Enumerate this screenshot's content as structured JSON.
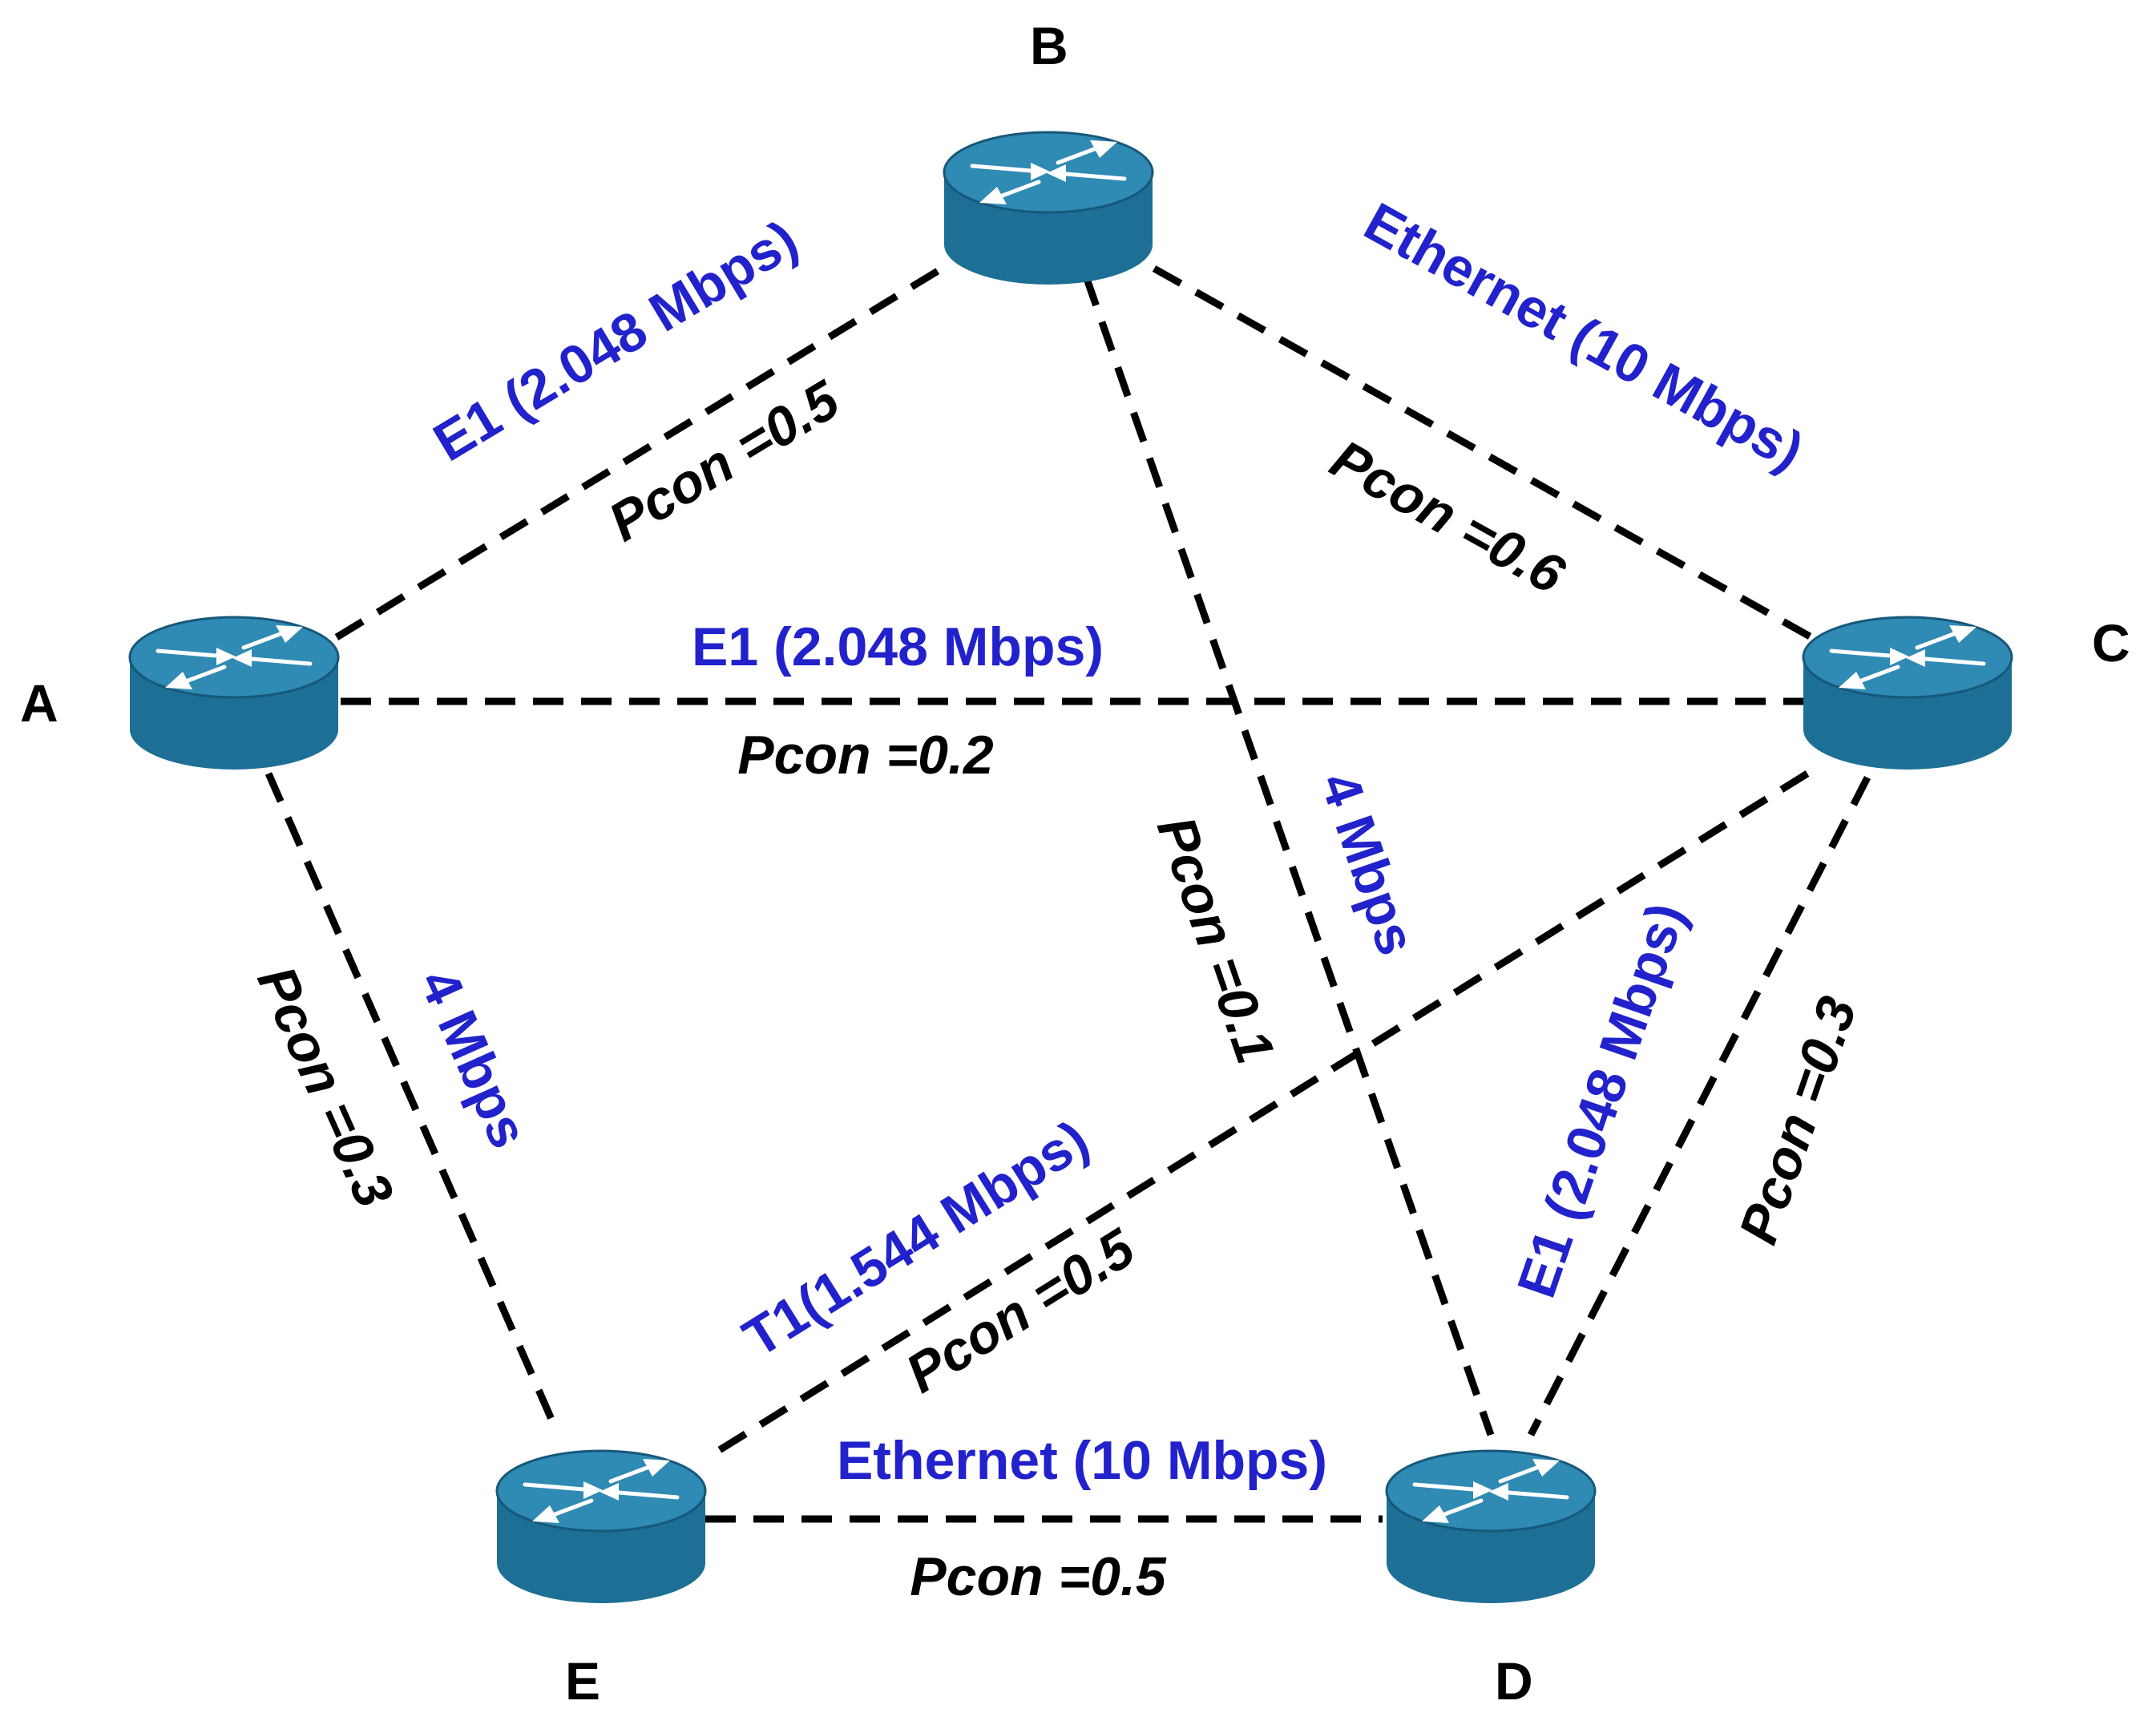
{
  "colors": {
    "router_body": "#1d6f96",
    "router_top": "#2f8ab4",
    "router_rim": "#17587a",
    "capacity_text": "#2222cc",
    "pcon_text": "#000000",
    "edge": "#000000"
  },
  "icon": "router-icon",
  "nodes": {
    "A": {
      "label": "A"
    },
    "B": {
      "label": "B"
    },
    "C": {
      "label": "C"
    },
    "D": {
      "label": "D"
    },
    "E": {
      "label": "E"
    }
  },
  "links": {
    "AB": {
      "capacity": "E1 (2.048 Mbps)",
      "pcon": "Pcon =0.5"
    },
    "BC": {
      "capacity": "Ethernet (10 Mbps)",
      "pcon": "Pcon =0.6"
    },
    "AC": {
      "capacity": "E1 (2.048 Mbps)",
      "pcon": "Pcon =0.2"
    },
    "BD": {
      "capacity": "4 Mbps",
      "pcon": "Pcon =0.1"
    },
    "AE": {
      "capacity": "4 Mbps",
      "pcon": "Pcon =0.3"
    },
    "CE": {
      "capacity": "T1(1.544 Mbps)",
      "pcon": "Pcon =0.5"
    },
    "CD": {
      "capacity": "E1 (2.048 Mbps)",
      "pcon": "Pcon =0.3"
    },
    "ED": {
      "capacity": "Ethernet (10 Mbps)",
      "pcon": "Pcon =0.5"
    }
  }
}
